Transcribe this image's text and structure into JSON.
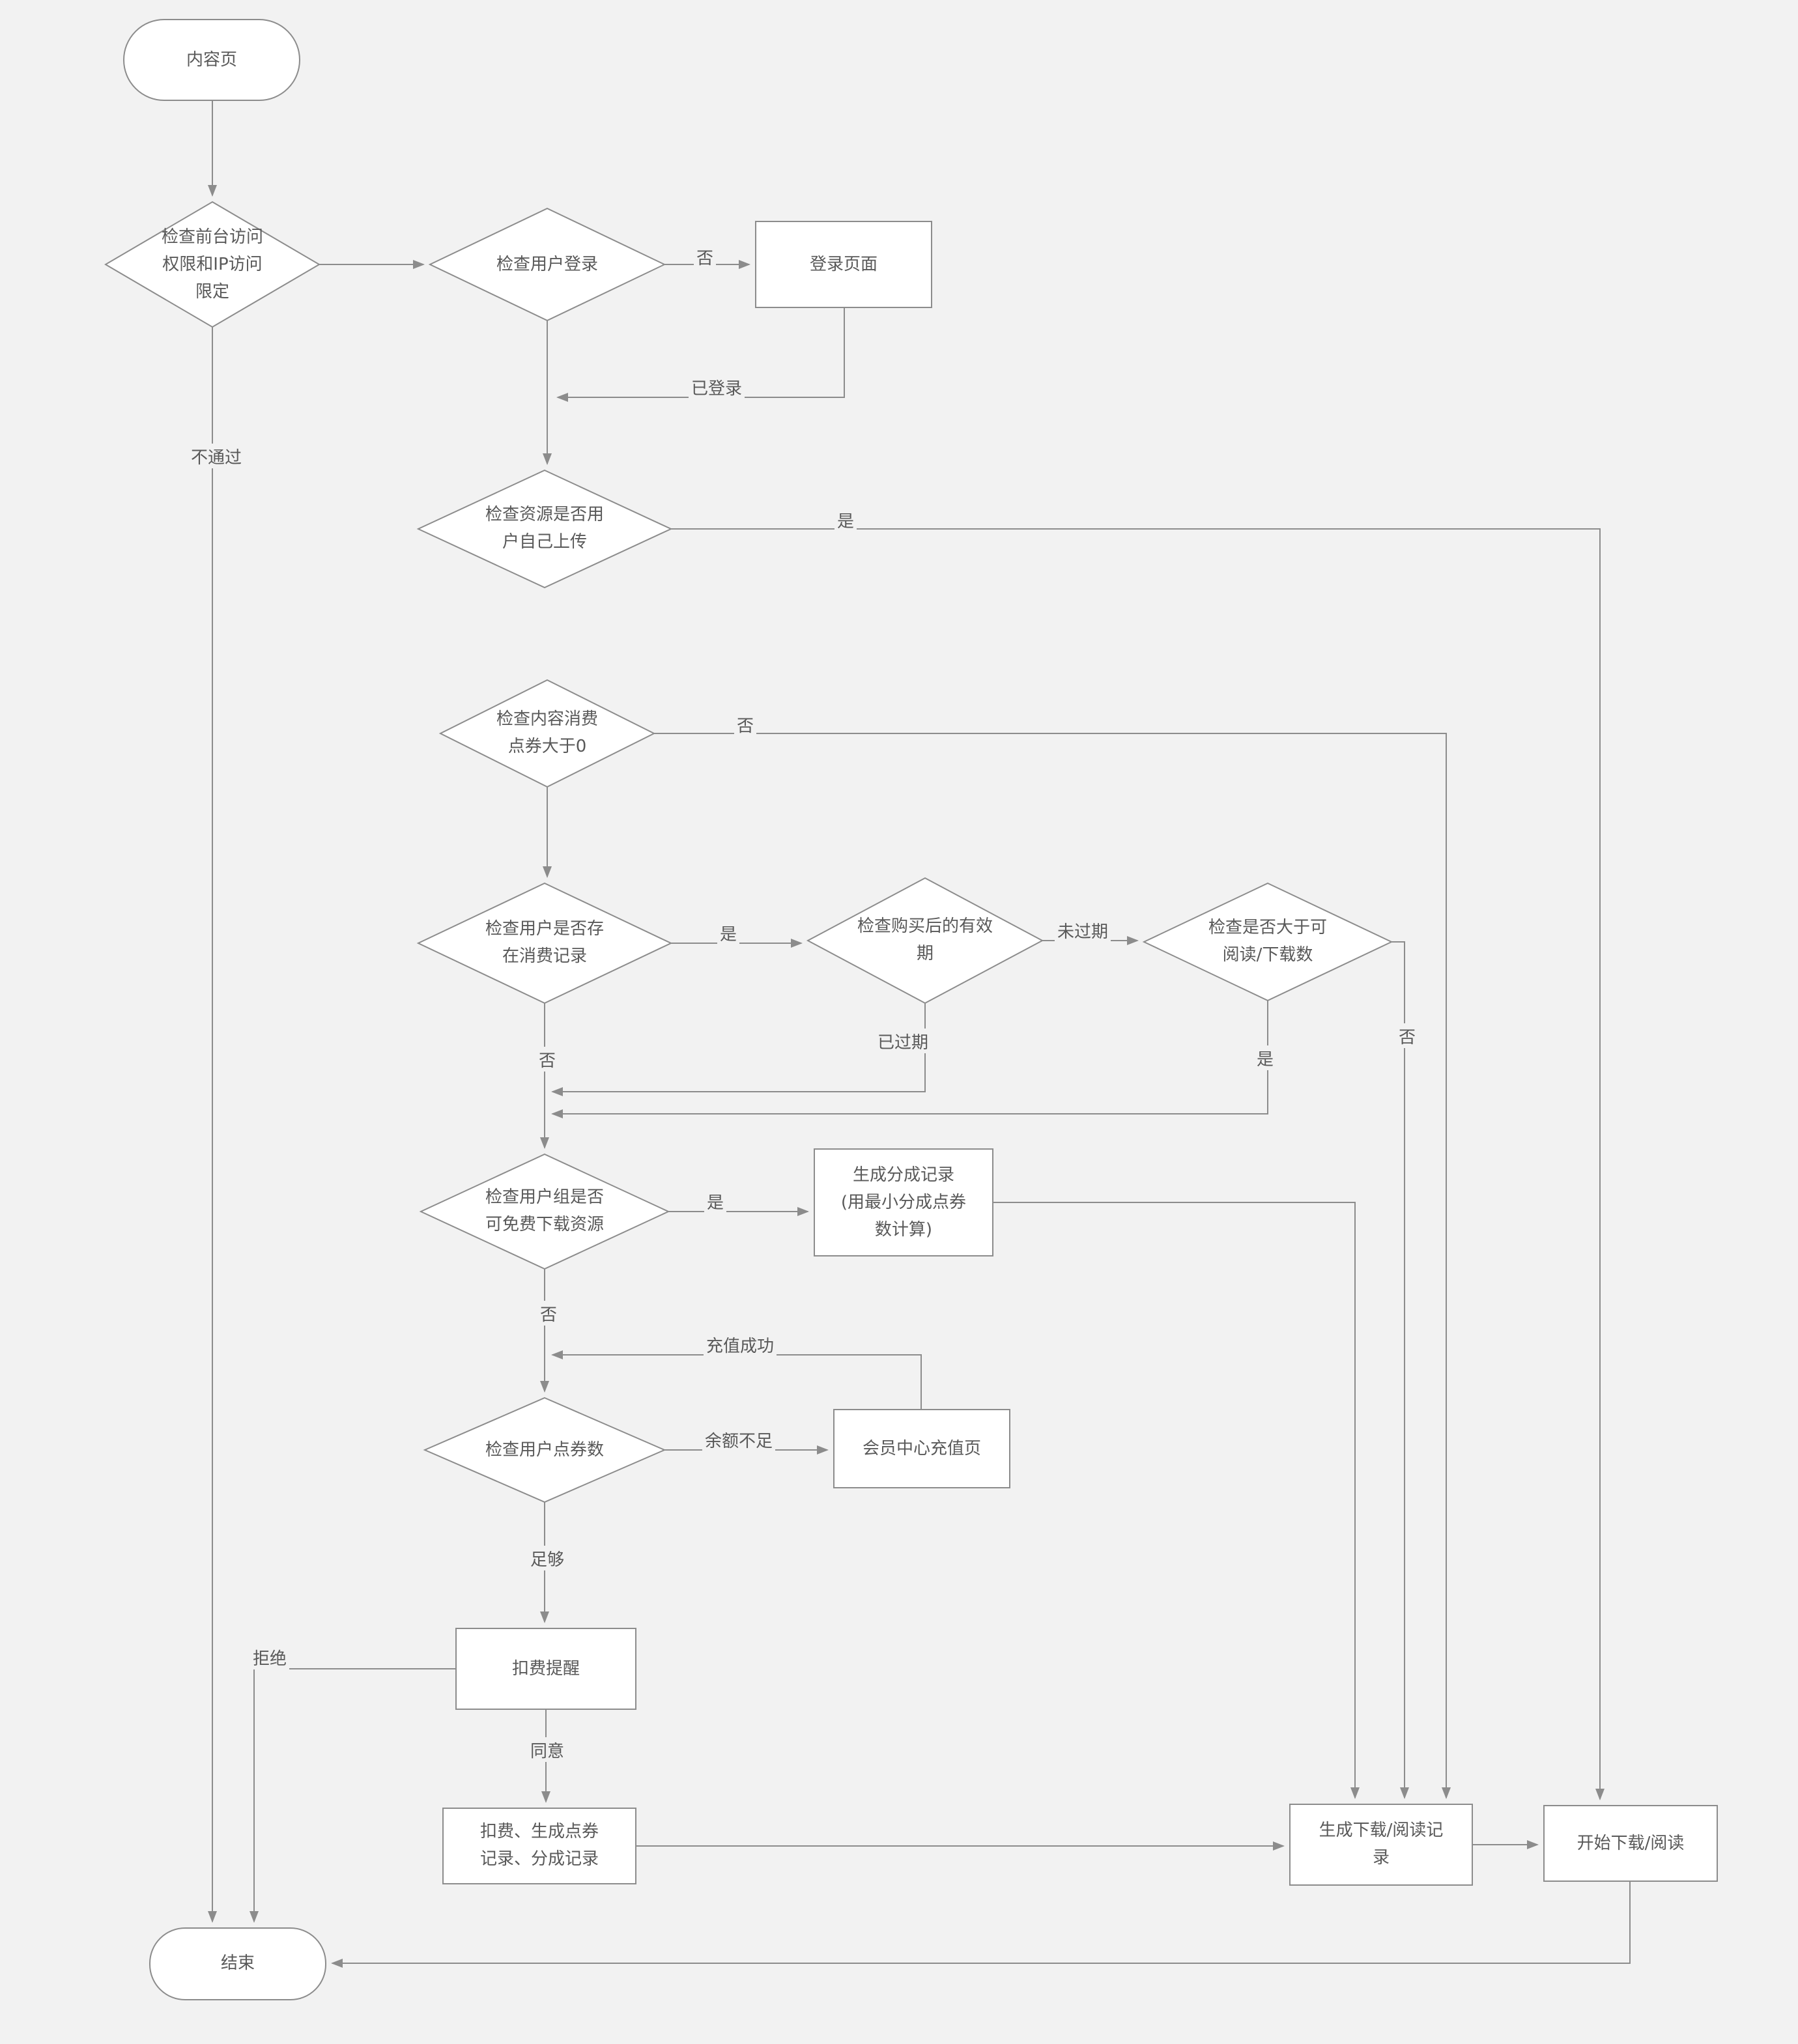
{
  "canvas": {
    "background": "#f2f2f2",
    "shape_fill": "#ffffff",
    "shape_stroke": "#8c8c8c",
    "text_color": "#595959"
  },
  "nodes": {
    "start": {
      "label": "内容页",
      "type": "terminator"
    },
    "check_access": {
      "label": "检查前台访问\n权限和IP访问\n限定",
      "type": "decision"
    },
    "check_login": {
      "label": "检查用户登录",
      "type": "decision"
    },
    "login_page": {
      "label": "登录页面",
      "type": "process"
    },
    "check_self_upload": {
      "label": "检查资源是否用\n户自己上传",
      "type": "decision"
    },
    "check_points_gt0": {
      "label": "检查内容消费\n点券大于0",
      "type": "decision"
    },
    "check_purchase_record": {
      "label": "检查用户是否存\n在消费记录",
      "type": "decision"
    },
    "check_validity": {
      "label": "检查购买后的有效\n期",
      "type": "decision"
    },
    "check_download_count": {
      "label": "检查是否大于可\n阅读/下载数",
      "type": "decision"
    },
    "check_free_group": {
      "label": "检查用户组是否\n可免费下载资源",
      "type": "decision"
    },
    "gen_share_record": {
      "label": "生成分成记录\n(用最小分成点券\n数计算)",
      "type": "process"
    },
    "check_user_points": {
      "label": "检查用户点券数",
      "type": "decision"
    },
    "recharge_page": {
      "label": "会员中心充值页",
      "type": "process"
    },
    "deduct_notice": {
      "label": "扣费提醒",
      "type": "process"
    },
    "deduct_gen_records": {
      "label": "扣费、生成点券\n记录、分成记录",
      "type": "process"
    },
    "gen_download_record": {
      "label": "生成下载/阅读记\n录",
      "type": "process"
    },
    "start_download": {
      "label": "开始下载/阅读",
      "type": "process"
    },
    "end": {
      "label": "结束",
      "type": "terminator"
    }
  },
  "edge_labels": {
    "no_login": {
      "text": "否"
    },
    "logged_in": {
      "text": "已登录"
    },
    "fail_check": {
      "text": "不通过"
    },
    "yes_self_upload": {
      "text": "是"
    },
    "no_points": {
      "text": "否"
    },
    "yes_record": {
      "text": "是"
    },
    "not_expired": {
      "text": "未过期"
    },
    "expired": {
      "text": "已过期"
    },
    "no_record": {
      "text": "否"
    },
    "yes_gt_count": {
      "text": "是"
    },
    "no_gt_count": {
      "text": "否"
    },
    "yes_free": {
      "text": "是"
    },
    "no_free": {
      "text": "否"
    },
    "insufficient_balance": {
      "text": "余额不足"
    },
    "recharge_success": {
      "text": "充值成功"
    },
    "enough": {
      "text": "足够"
    },
    "refuse": {
      "text": "拒绝"
    },
    "agree": {
      "text": "同意"
    }
  }
}
